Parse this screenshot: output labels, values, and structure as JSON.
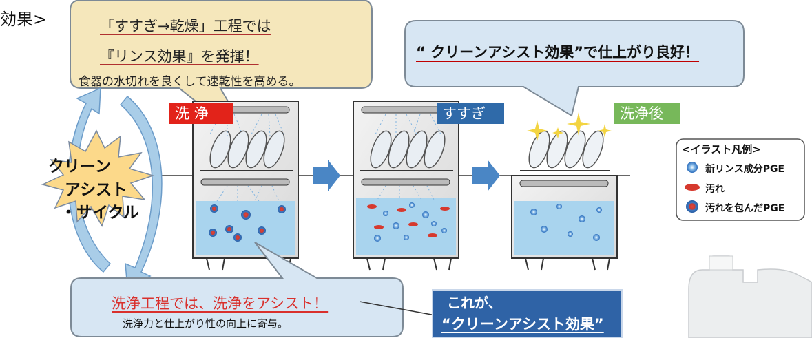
{
  "header": {
    "title_partial": "効果>"
  },
  "callout_rinse": {
    "line1": "「すすぎ→乾燥」工程では",
    "line2": "『リンス効果』を発揮！",
    "line3": "食器の水切れを良くして速乾性を高める。"
  },
  "callout_clean": {
    "text": "“ クリーンアシスト効果”で仕上がり良好！"
  },
  "stages": [
    {
      "label": "洗 浄",
      "color": "#e2231a"
    },
    {
      "label": "すすぎ",
      "color": "#2f6aa9"
    },
    {
      "label": "洗浄後",
      "color": "#77b85a"
    }
  ],
  "cycle": {
    "line1": "クリーン",
    "line2": "アシスト",
    "line3": "・サイクル"
  },
  "legend": {
    "title": "<イラスト凡例>",
    "items": [
      {
        "label": "新リンス成分PGE",
        "icon": "pge-dot-icon"
      },
      {
        "label": "汚れ",
        "icon": "dirt-icon"
      },
      {
        "label": "汚れを包んだPGE",
        "icon": "wrapped-dirt-icon"
      }
    ]
  },
  "callout_wash": {
    "line1": "洗浄工程では、洗浄をアシスト！",
    "line2": "洗浄力と仕上がり性の向上に寄与。"
  },
  "summary_box": {
    "line1": "これが、",
    "line2": "“クリーンアシスト効果”"
  },
  "colors": {
    "bubble_yellow": "#f5e7bb",
    "bubble_blue": "#d7e6f3",
    "water": "#a9d4ee",
    "arrow": "#4a86c5"
  }
}
